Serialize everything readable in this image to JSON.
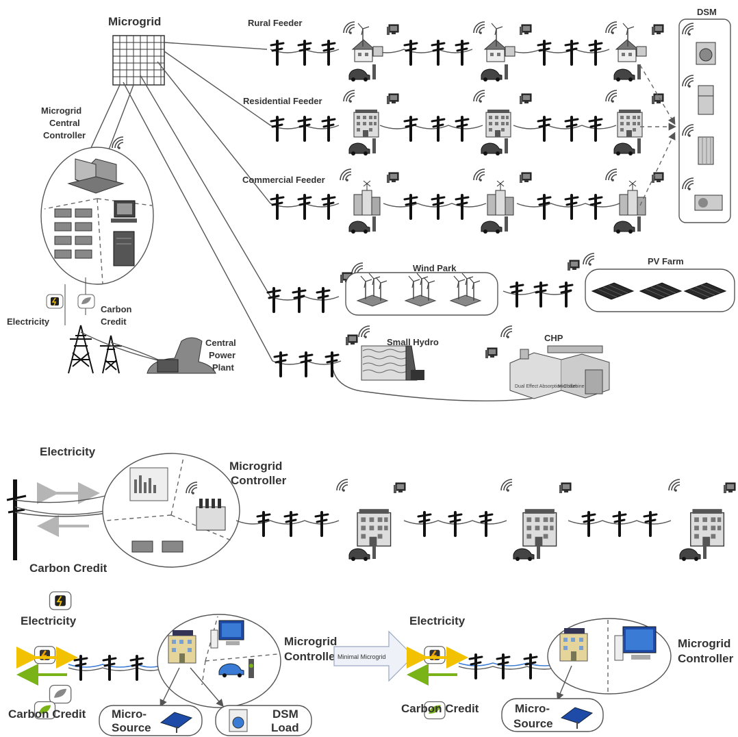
{
  "labels": {
    "microgrid": "Microgrid",
    "central_controller": [
      "Microgrid",
      "Central",
      "Controller"
    ],
    "rural_feeder": "Rural Feeder",
    "residential_feeder": "Residential Feeder",
    "commercial_feeder": "Commercial Feeder",
    "dsm": "DSM",
    "wind_park": "Wind Park",
    "pv_farm": "PV Farm",
    "small_hydro": "Small Hydro",
    "chp": "CHP",
    "chp_sub1": "Dual Effect Absorption Chiller",
    "chp_sub2": "Microturbine",
    "electricity": "Electricity",
    "carbon_credit": [
      "Carbon",
      "Credit"
    ],
    "central_power_plant": [
      "Central",
      "Power",
      "Plant"
    ],
    "microgrid_controller": [
      "Microgrid",
      "Controller"
    ],
    "electricity_mid": "Electricity",
    "carbon_credit_mid": "Carbon Credit",
    "electricity_bl": "Electricity",
    "carbon_credit_bl": "Carbon Credit",
    "microgrid_controller_bl": [
      "Microgrid",
      "Controller"
    ],
    "micro_source_bl": [
      "Micro-",
      "Source"
    ],
    "dsm_load": [
      "DSM",
      "Load"
    ],
    "minimal_microgrid": "Minimal Microgrid",
    "electricity_br": "Electricity",
    "carbon_credit_br": "Carbon Credit",
    "microgrid_controller_br": [
      "Microgrid",
      "Controller"
    ],
    "micro_source_br": [
      "Micro-",
      "Source"
    ]
  },
  "colors": {
    "line": "#555555",
    "pole": "#111111",
    "electricity_arrow": "#f2c200",
    "carbon_arrow": "#7ab317",
    "grey_arrow": "#b5b5b5",
    "building": "#d9c98a",
    "pv_panel": "#2a2a2a"
  },
  "icons": {
    "wifi": "wifi-icon",
    "computer": "computer-icon",
    "car": "electric-car-icon",
    "house": "house-icon",
    "building": "building-icon",
    "wind_turbine": "wind-turbine-icon",
    "washing_machine": "washing-machine-icon",
    "fridge": "refrigerator-icon",
    "heater": "heater-icon",
    "air_conditioner": "air-conditioner-icon",
    "battery": "battery-icon",
    "solar_panel": "solar-panel-icon",
    "electricity": "electricity-plug-icon",
    "leaf": "leaf-icon"
  }
}
